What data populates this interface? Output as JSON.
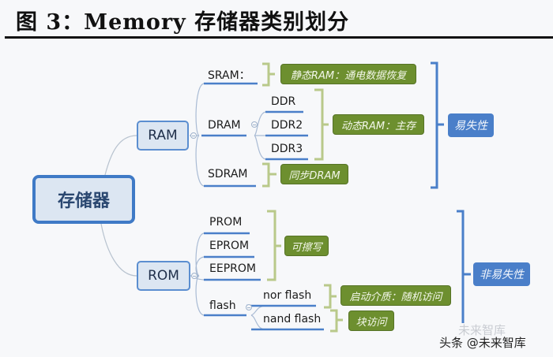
{
  "title": "图 3：Memory 存储器类别划分",
  "root": {
    "label": "存储器"
  },
  "branches": [
    {
      "label": "RAM",
      "children": [
        {
          "label": "SRAM：",
          "tag": "静态RAM：通电数据恢复"
        },
        {
          "label": "DRAM",
          "children": [
            "DDR",
            "DDR2",
            "DDR3"
          ],
          "tag": "动态RAM：主存"
        },
        {
          "label": "SDRAM",
          "tag": "同步DRAM"
        }
      ],
      "group_tag": "易失性"
    },
    {
      "label": "ROM",
      "children": [
        {
          "label": "PROM"
        },
        {
          "label": "EPROM"
        },
        {
          "label": "EEPROM"
        },
        {
          "label": "flash",
          "children": [
            "nor flash",
            "nand flash"
          ]
        }
      ],
      "shared_tag": "可擦写",
      "flash_tags": [
        "启动介质：随机访问",
        "块访问"
      ],
      "group_tag": "非易失性"
    }
  ],
  "watermark": "头条 @未来智库",
  "watermark_faint": "未来智库",
  "colors": {
    "node_fill": "#dce6f2",
    "node_border": "#5b8ed0",
    "green_tag": "#6d8f2f",
    "blue_tag": "#4a7fc9",
    "green_bracket": "#b9c98a",
    "blue_bracket": "#4a7fc9"
  }
}
